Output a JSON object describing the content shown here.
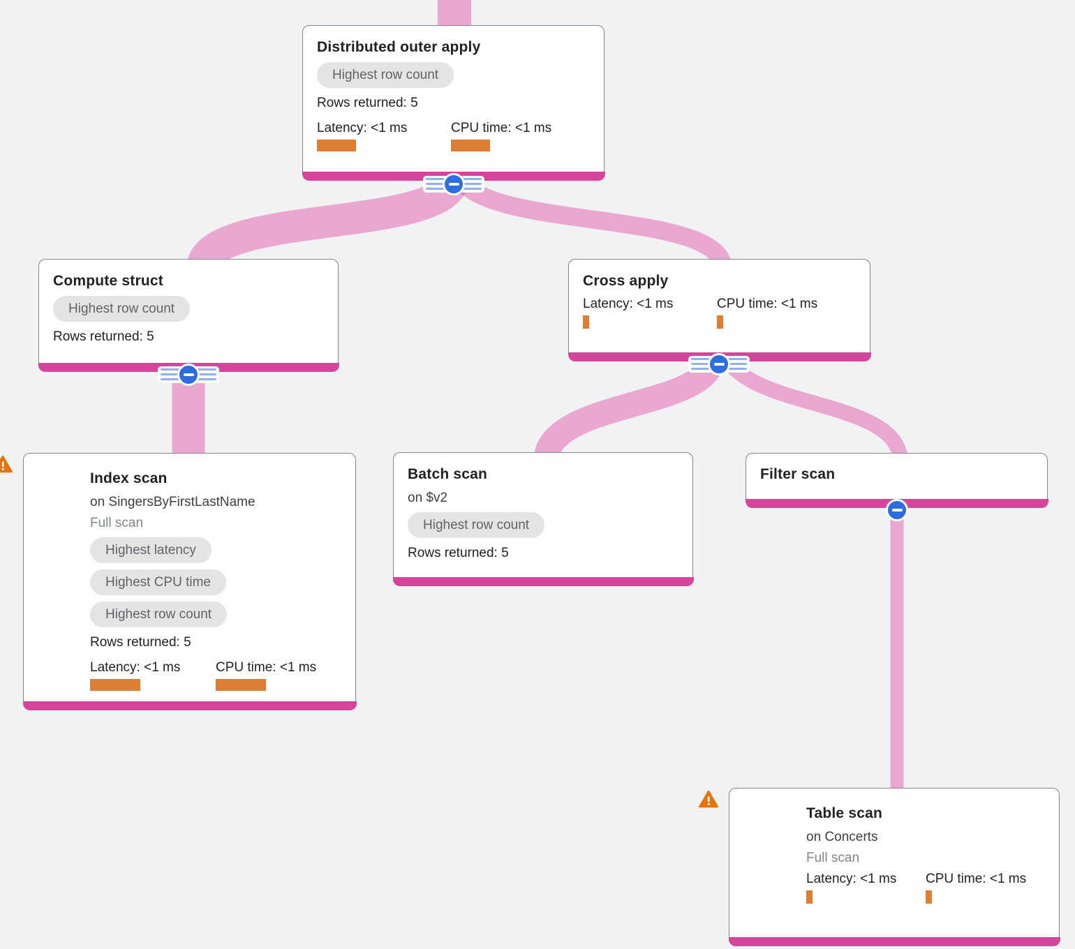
{
  "diagram_type": "query-execution-plan-tree",
  "colors": {
    "bg": "#f0f2f4",
    "accent_pink": "#d6459c",
    "edge_pink": "rgba(224,55,155,0.40)",
    "bar_orange": "#dd7e33",
    "button_blue": "#2e6de0",
    "badge_bg": "#e4e4e4",
    "badge_text": "#5f6368",
    "warning_orange": "#e8710a"
  },
  "nodes": [
    {
      "title": "Distributed outer apply",
      "badges": [
        "Highest row count"
      ],
      "rows_returned": "Rows returned: 5",
      "latency_label": "Latency: <1 ms",
      "cpu_label": "CPU time: <1 ms"
    },
    {
      "title": "Compute struct",
      "badges": [
        "Highest row count"
      ],
      "rows_returned": "Rows returned: 5"
    },
    {
      "title": "Cross apply",
      "latency_label": "Latency: <1 ms",
      "cpu_label": "CPU time: <1 ms"
    },
    {
      "title": "Index scan",
      "subtitle": "on SingersByFirstLastName",
      "scan_type": "Full scan",
      "badges": [
        "Highest latency",
        "Highest CPU time",
        "Highest row count"
      ],
      "rows_returned": "Rows returned: 5",
      "latency_label": "Latency: <1 ms",
      "cpu_label": "CPU time: <1 ms",
      "warning": true
    },
    {
      "title": "Batch scan",
      "subtitle": "on $v2",
      "badges": [
        "Highest row count"
      ],
      "rows_returned": "Rows returned: 5"
    },
    {
      "title": "Filter scan"
    },
    {
      "title": "Table scan",
      "subtitle": "on Concerts",
      "scan_type": "Full scan",
      "latency_label": "Latency: <1 ms",
      "cpu_label": "CPU time: <1 ms",
      "warning": true
    }
  ]
}
